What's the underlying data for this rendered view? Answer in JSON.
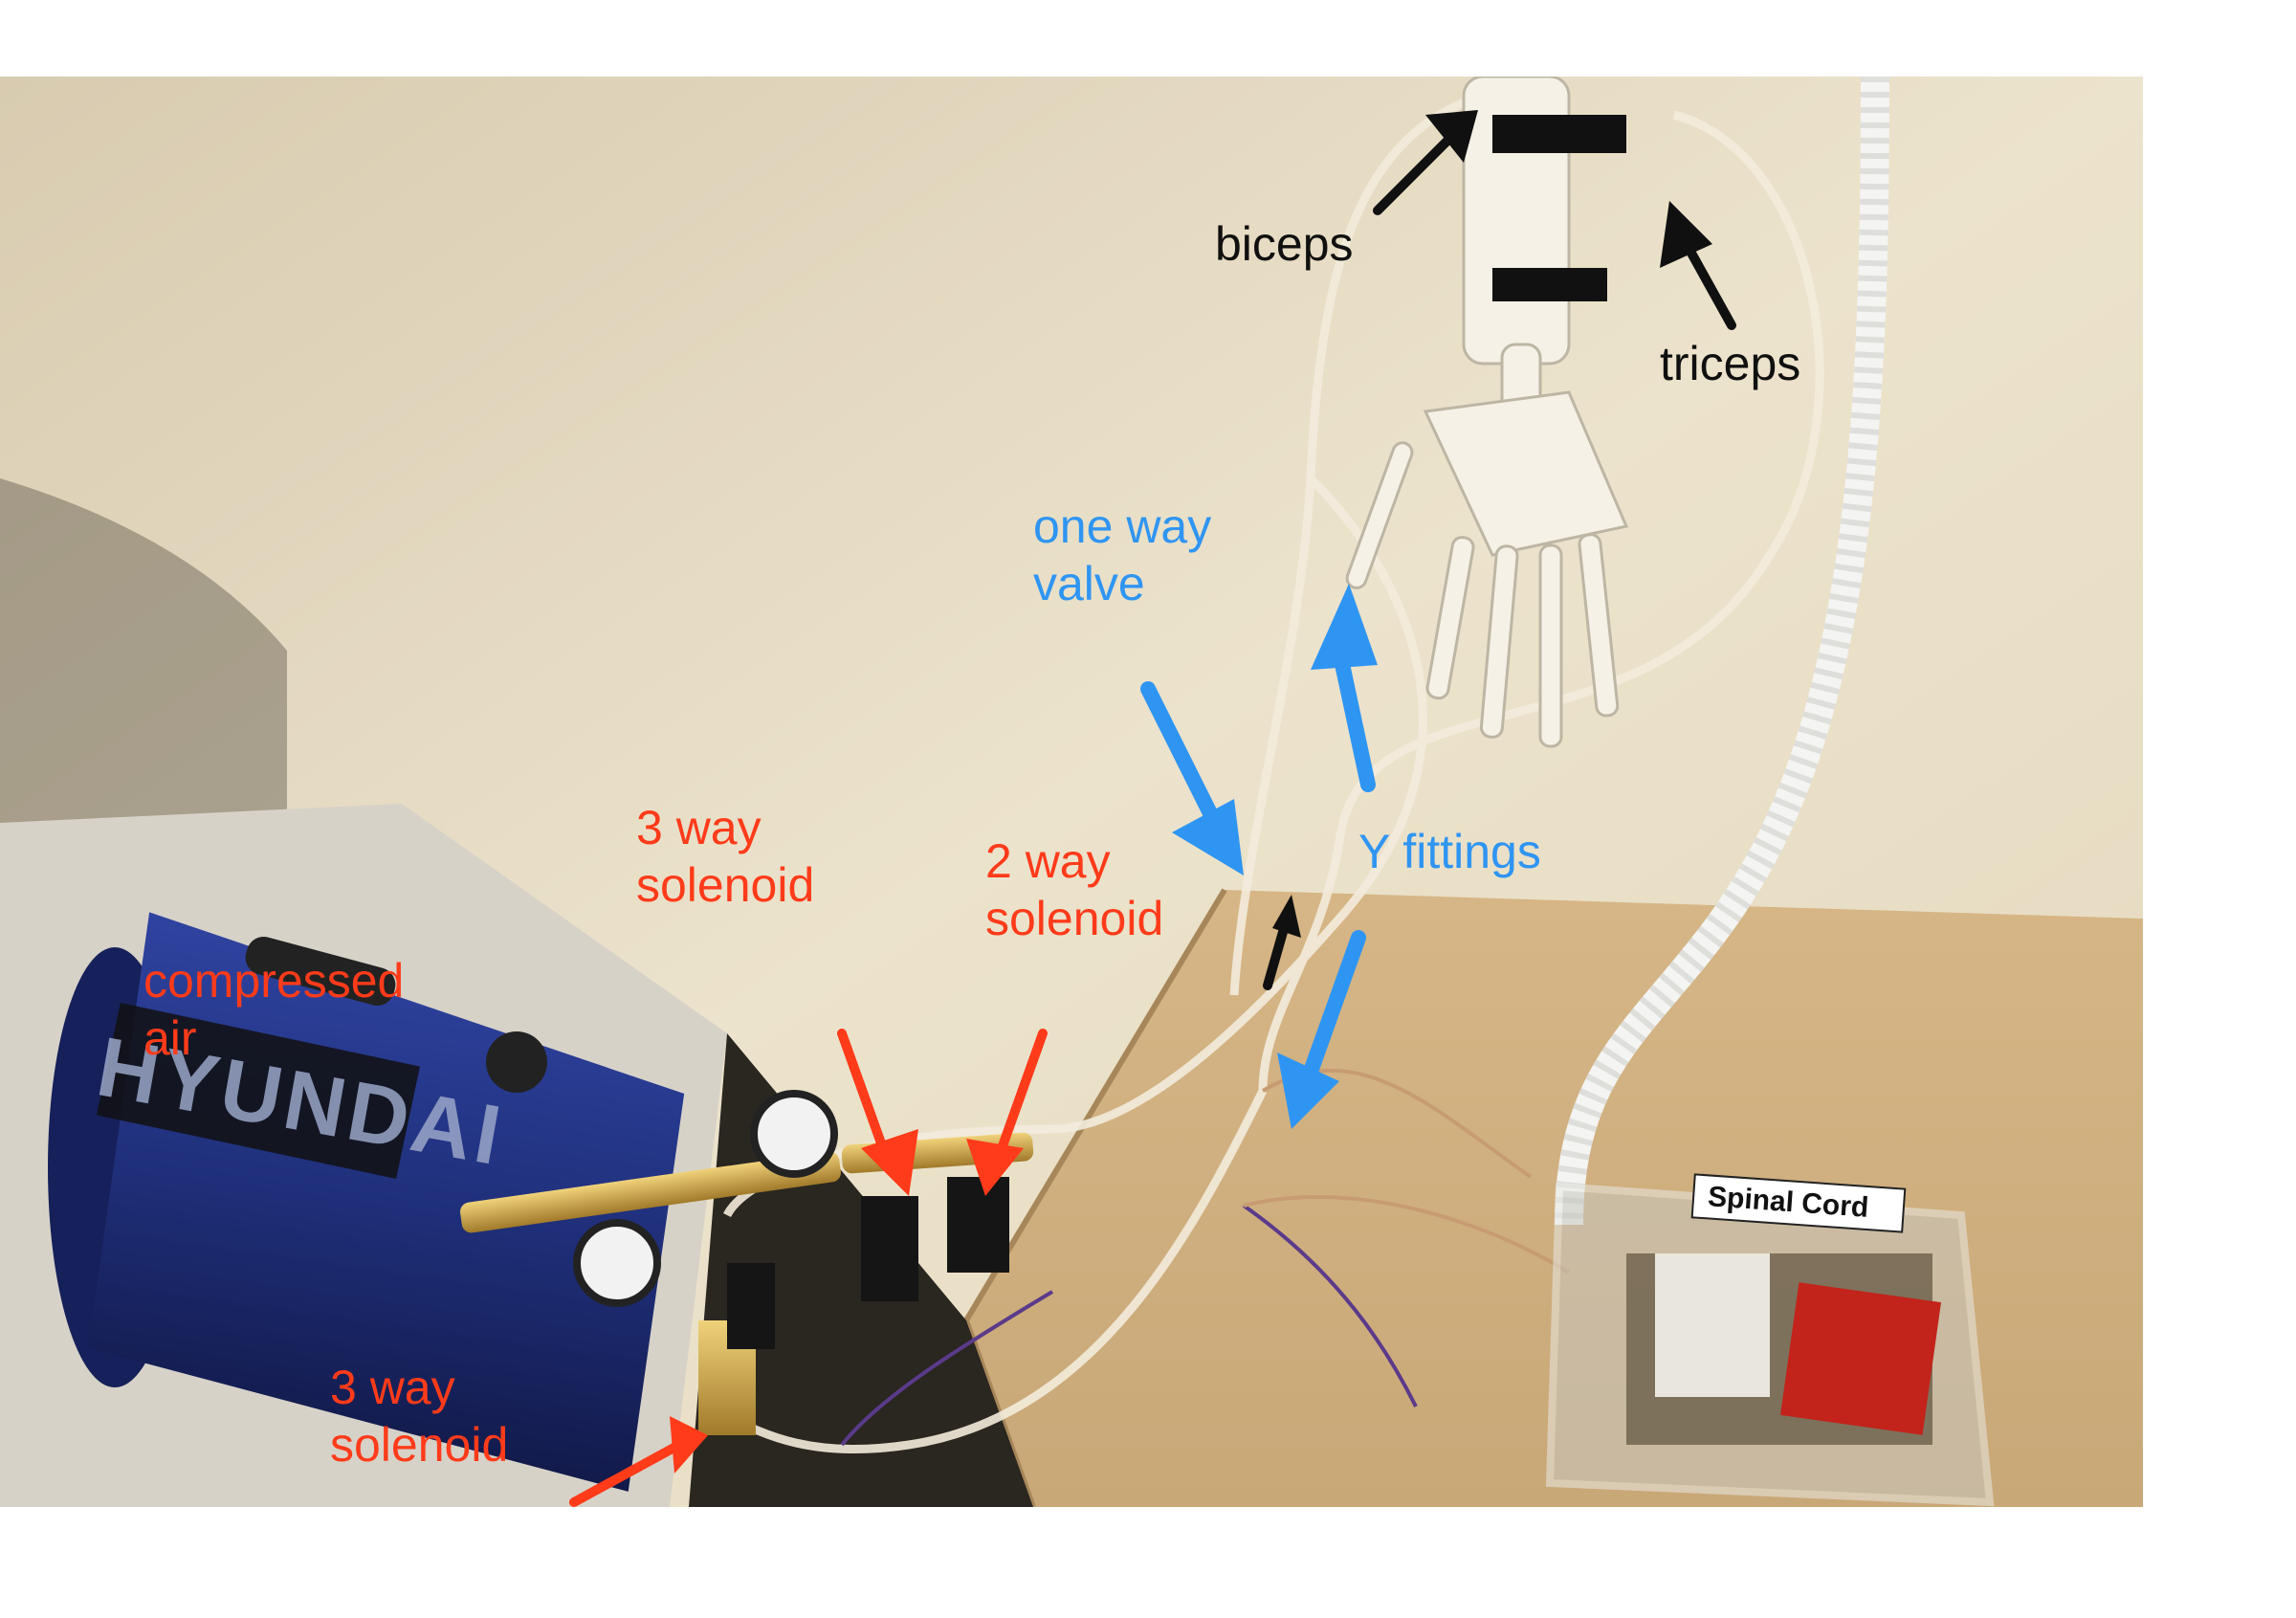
{
  "photo": {
    "description_labels": {
      "compressed_air": [
        "compressed",
        "air"
      ],
      "three_way_solenoid_top": [
        "3 way",
        "solenoid"
      ],
      "two_way_solenoid": [
        "2 way",
        "solenoid"
      ],
      "three_way_solenoid_bottom": [
        "3 way",
        "solenoid"
      ],
      "one_way_valve": [
        "one way",
        "valve"
      ],
      "y_fittings": "Y fittings",
      "biceps": "biceps",
      "triceps": "triceps"
    },
    "printed_text": {
      "tank_brand": "HYUNDAI",
      "box_label": "Spinal Cord"
    },
    "colors": {
      "red_label": "#ff3b1a",
      "blue_label": "#2f95f2",
      "black_label": "#101010",
      "tank_blue": "#1f2f7a",
      "wall": "#e6dcc4",
      "counter": "#d9b98c"
    }
  }
}
